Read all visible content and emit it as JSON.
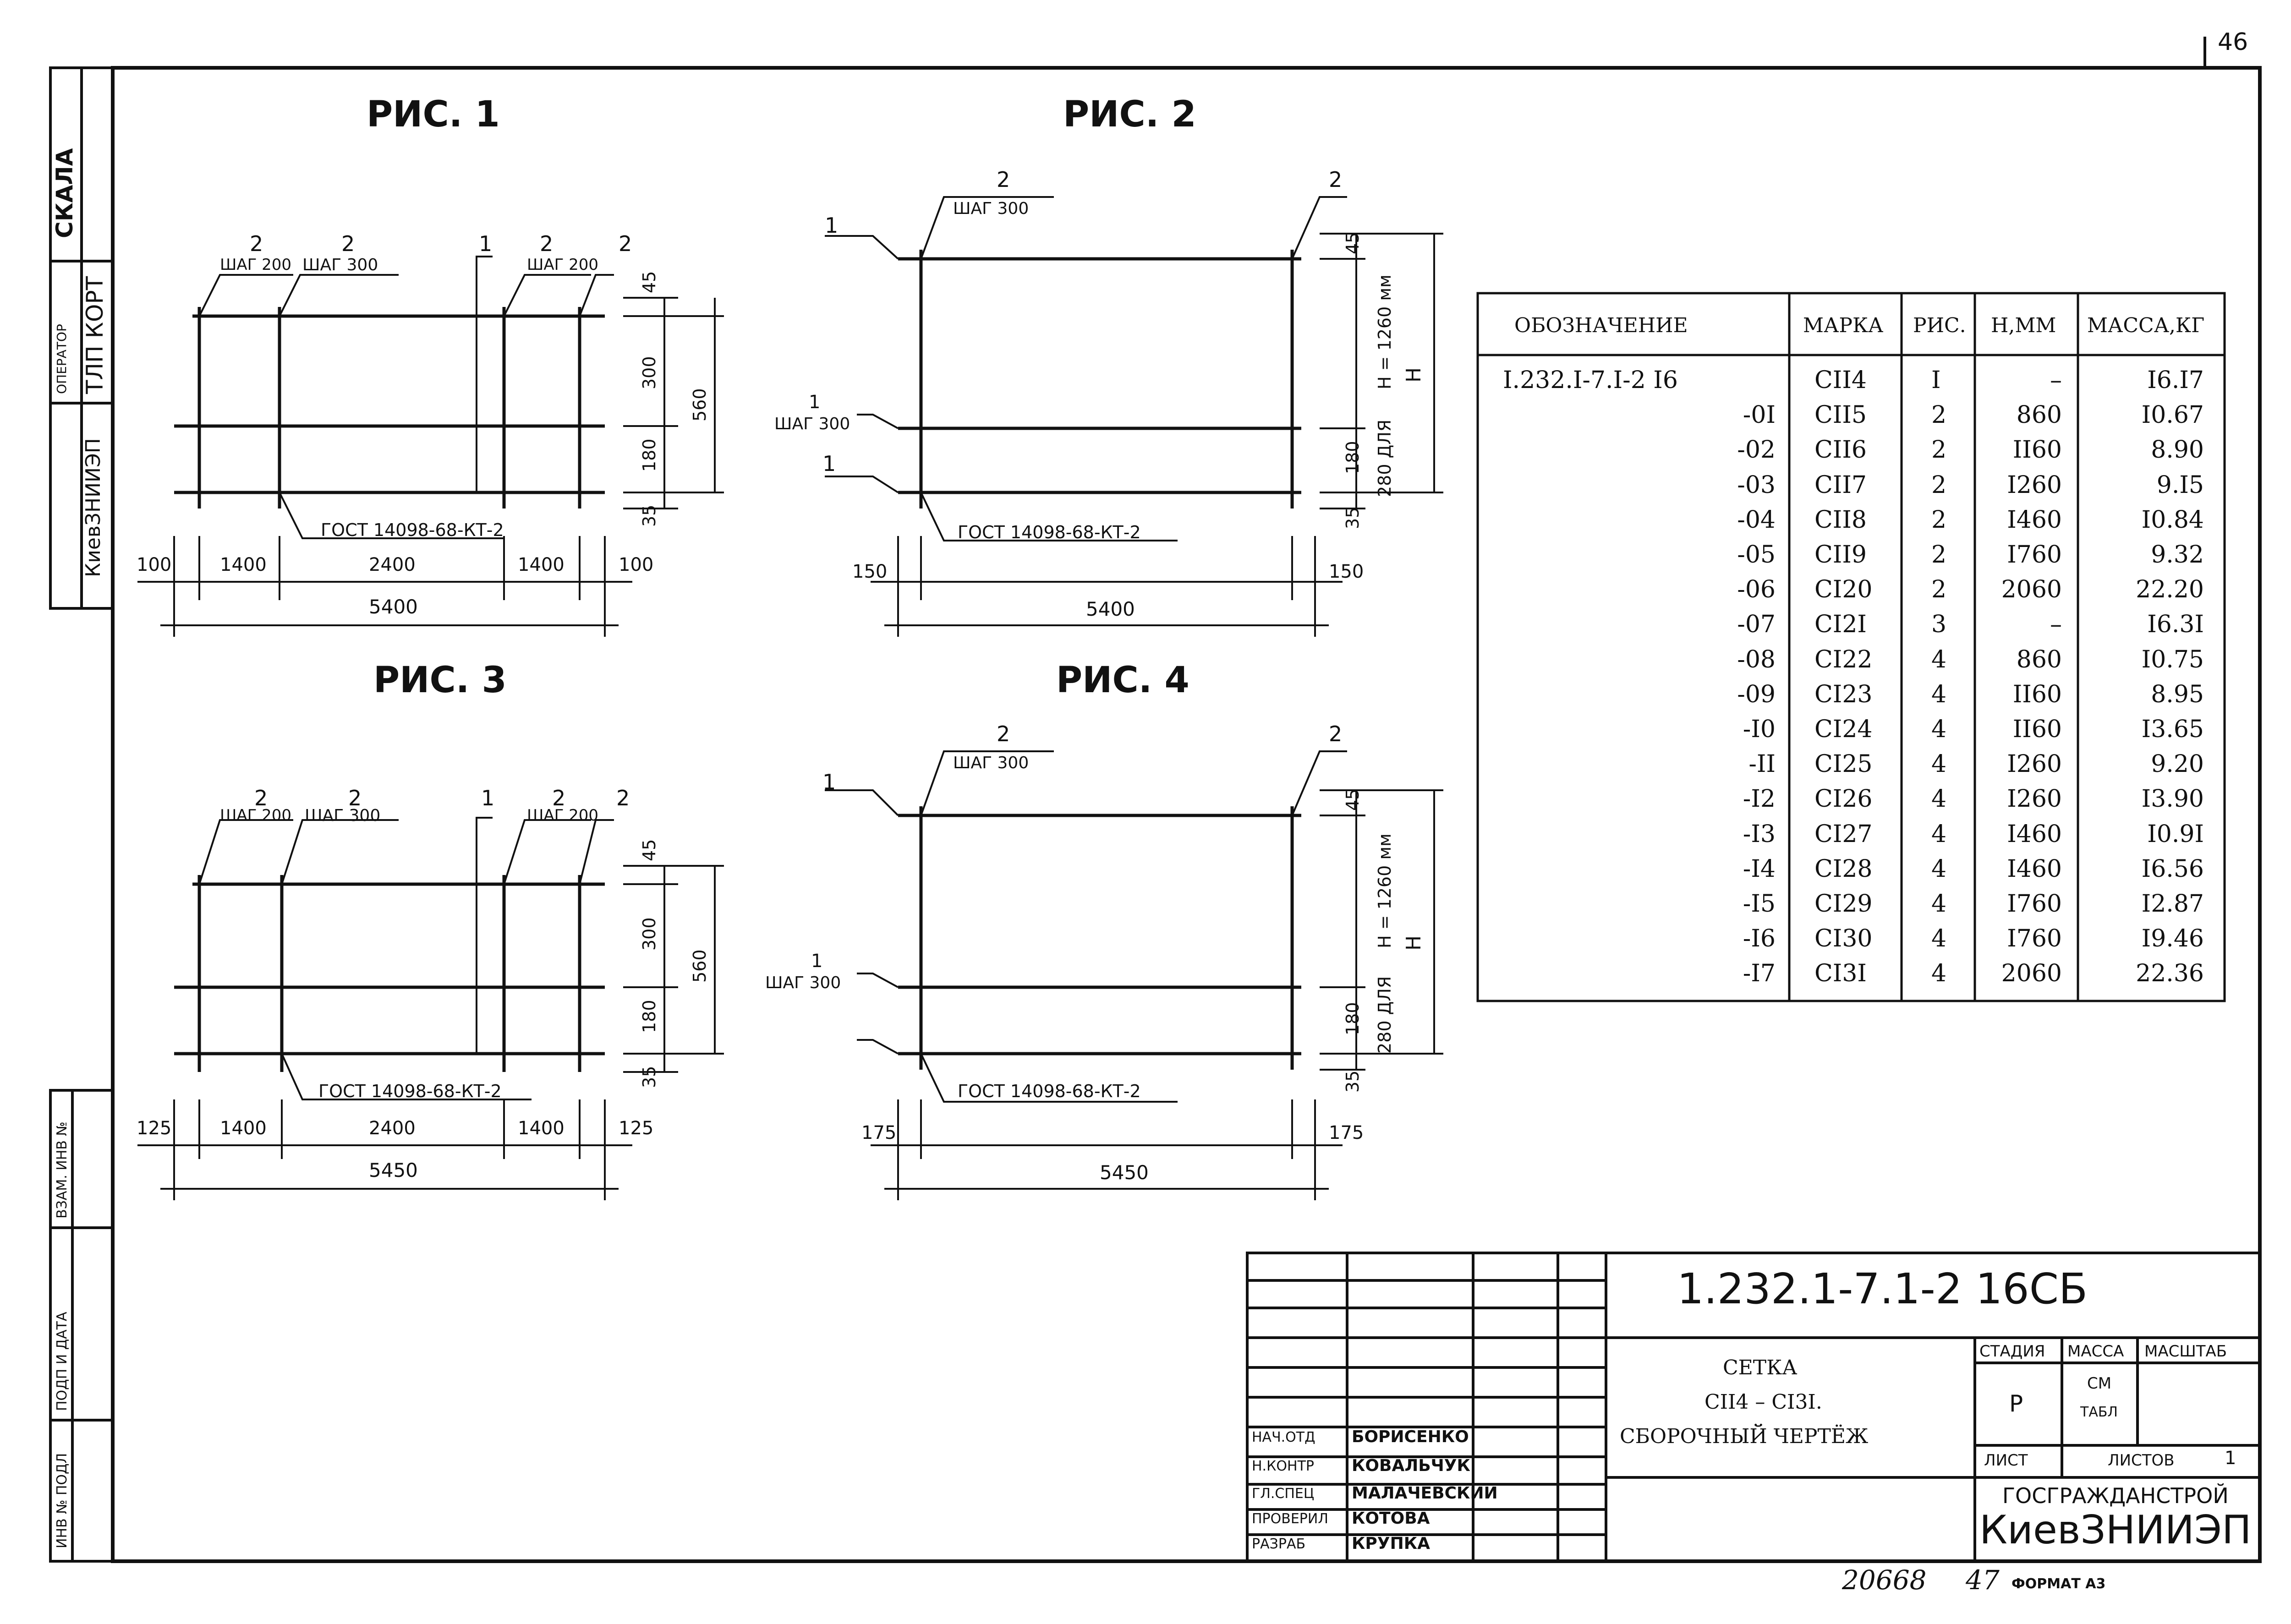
{
  "page": {
    "number": "46",
    "stamp": "20668",
    "stamp_sheet": "47",
    "format": "ФОРМАТ А3"
  },
  "side": {
    "skala": "СКАЛА",
    "operator": "ОПЕРАТОР",
    "tlp_kort": "ТЛП КОРТ",
    "kiev": "КиевЗНИИЭП",
    "vzam": "ВЗАМ. ИНВ №",
    "podp": "ПОДП И ДАТА",
    "inv": "ИНВ № ПОДЛ"
  },
  "figures": {
    "fig1": {
      "title": "РИС. 1",
      "labels": {
        "a": "2",
        "a_sub": "ШАГ 200",
        "b": "2",
        "b_sub": "ШАГ 300",
        "c": "1",
        "d": "2",
        "d_sub": "ШАГ 200",
        "e": "2"
      },
      "right_dims": [
        "45",
        "300",
        "180",
        "35"
      ],
      "overall": "560",
      "gost": "ГОСТ 14098-68-КТ-2",
      "bottom_dims": [
        "100",
        "1400",
        "2400",
        "1400",
        "100"
      ],
      "total": "5400"
    },
    "fig2": {
      "title": "РИС. 2",
      "labels": {
        "top_a": "2",
        "top_a_sub": "ШАГ 300",
        "top_b": "2",
        "l1": "1",
        "l2": "1",
        "l2_sub": "ШАГ 300",
        "l3": "1"
      },
      "right_dims": [
        "45",
        "180",
        "35"
      ],
      "h_note": "Н = 1260 мм",
      "h_note2": "280 ДЛЯ",
      "h_letter": "Н",
      "gost": "ГОСТ 14098-68-КТ-2",
      "bottom_dims": [
        "150",
        "150"
      ],
      "total": "5400"
    },
    "fig3": {
      "title": "РИС. 3",
      "labels": {
        "a": "2",
        "a_sub": "ШАГ 200",
        "b": "2",
        "b_sub": "ШАГ 300",
        "c": "1",
        "d": "2",
        "d_sub": "ШАГ 200",
        "e": "2"
      },
      "right_dims": [
        "45",
        "300",
        "180",
        "35"
      ],
      "overall": "560",
      "gost": "ГОСТ 14098-68-КТ-2",
      "bottom_dims": [
        "125",
        "1400",
        "2400",
        "1400",
        "125"
      ],
      "total": "5450"
    },
    "fig4": {
      "title": "РИС. 4",
      "labels": {
        "top_a": "2",
        "top_a_sub": "ШАГ 300",
        "top_b": "2",
        "l1": "1",
        "l2": "1",
        "l2_sub": "ШАГ 300"
      },
      "right_dims": [
        "45",
        "180",
        "35"
      ],
      "h_note": "Н = 1260 мм",
      "h_note2": "280 ДЛЯ",
      "h_letter": "Н",
      "gost": "ГОСТ 14098-68-КТ-2",
      "bottom_dims": [
        "175",
        "175"
      ],
      "total": "5450"
    }
  },
  "spec_table": {
    "headers": [
      "ОБОЗНАЧЕНИЕ",
      "МАРКА",
      "РИС.",
      "Н,ММ",
      "МАССА,КГ"
    ],
    "rows": [
      [
        "I.232.I-7.I-2 I6",
        "СII4",
        "I",
        "–",
        "I6.I7"
      ],
      [
        "-0I",
        "СII5",
        "2",
        "860",
        "I0.67"
      ],
      [
        "-02",
        "СII6",
        "2",
        "II60",
        "8.90"
      ],
      [
        "-03",
        "СII7",
        "2",
        "I260",
        "9.I5"
      ],
      [
        "-04",
        "СII8",
        "2",
        "I460",
        "I0.84"
      ],
      [
        "-05",
        "СII9",
        "2",
        "I760",
        "9.32"
      ],
      [
        "-06",
        "СI20",
        "2",
        "2060",
        "22.20"
      ],
      [
        "-07",
        "СI2I",
        "3",
        "–",
        "I6.3I"
      ],
      [
        "-08",
        "СI22",
        "4",
        "860",
        "I0.75"
      ],
      [
        "-09",
        "СI23",
        "4",
        "II60",
        "8.95"
      ],
      [
        "-I0",
        "СI24",
        "4",
        "II60",
        "I3.65"
      ],
      [
        "-II",
        "СI25",
        "4",
        "I260",
        "9.20"
      ],
      [
        "-I2",
        "СI26",
        "4",
        "I260",
        "I3.90"
      ],
      [
        "-I3",
        "СI27",
        "4",
        "I460",
        "I0.9I"
      ],
      [
        "-I4",
        "СI28",
        "4",
        "I460",
        "I6.56"
      ],
      [
        "-I5",
        "СI29",
        "4",
        "I760",
        "I2.87"
      ],
      [
        "-I6",
        "СI30",
        "4",
        "I760",
        "I9.46"
      ],
      [
        "-I7",
        "СI3I",
        "4",
        "2060",
        "22.36"
      ]
    ]
  },
  "title_block": {
    "code": "1.232.1-7.1-2  16СБ",
    "name": [
      "СЕТКА",
      "СII4 – СI3I.",
      "СБОРОЧНЫЙ ЧЕРТЁЖ"
    ],
    "stage_hdr": "СТАДИЯ",
    "mass_hdr": "МАССА",
    "scale_hdr": "МАСШТАБ",
    "stage": "Р",
    "mass": "СМ",
    "mass2": "ТАБЛ",
    "sheet": "ЛИСТ",
    "sheets": "ЛИСТОВ",
    "sheets_val": "1",
    "org1": "ГОСГРАЖДАНСТРОЙ",
    "org2": "КиевЗНИИЭП",
    "people": [
      {
        "role": "НАЧ.ОТД",
        "name": "БОРИСЕНКО"
      },
      {
        "role": "Н.КОНТР",
        "name": "КОВАЛЬЧУК"
      },
      {
        "role": "ГЛ.СПЕЦ",
        "name": "МАЛАЧЕВСКИЙ"
      },
      {
        "role": "ПРОВЕРИЛ",
        "name": "КОТОВА"
      },
      {
        "role": "РАЗРАБ",
        "name": "КРУПКА"
      }
    ]
  }
}
